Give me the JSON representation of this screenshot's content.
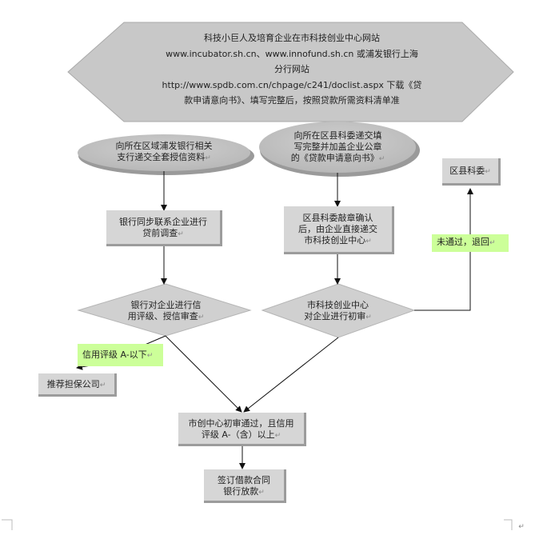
{
  "diagram": {
    "start_node": {
      "line1": "科技小巨人及培育企业在市科技创业中心网站",
      "line2": "www.incubator.sh.cn、www.innofund.sh.cn 或浦发银行上海",
      "line3": "分行网站",
      "line4": "http://www.spdb.com.cn/chpage/c241/doclist.aspx 下载《贷",
      "line5": "款申请意向书》、填写完整后，按照贷款所需资料清单准"
    },
    "left_oval": {
      "line1": "向所在区域浦发银行相关",
      "line2": "支行递交全套授信资料"
    },
    "right_oval": {
      "line1": "向所在区县科委递交填",
      "line2": "写完整并加盖企业公章",
      "line3": "的《贷款申请意向书》"
    },
    "county_box": {
      "label": "区县科委"
    },
    "bank_survey_box": {
      "line1": "银行同步联系企业进行",
      "line2": "贷前调查"
    },
    "county_stamp_box": {
      "line1": "区县科委敲章确认",
      "line2": "后，由企业直接递交",
      "line3": "市科技创业中心"
    },
    "rejected_label": {
      "label": "未通过，退回"
    },
    "credit_rating_diamond": {
      "line1": "银行对企业进行信",
      "line2": "用评级、授信审查"
    },
    "initial_review_diamond": {
      "line1": "市科技创业中心",
      "line2": "对企业进行初审"
    },
    "low_rating_label": {
      "label": "信用评级 A-以下"
    },
    "guarantee_box": {
      "label": "推荐担保公司"
    },
    "passed_box": {
      "line1": "市创中心初审通过，且信用",
      "line2": "评级 A-（含）以上"
    },
    "loan_box": {
      "line1": "签订借款合同",
      "line2": "银行放款"
    },
    "paragraph_mark": "↵"
  }
}
